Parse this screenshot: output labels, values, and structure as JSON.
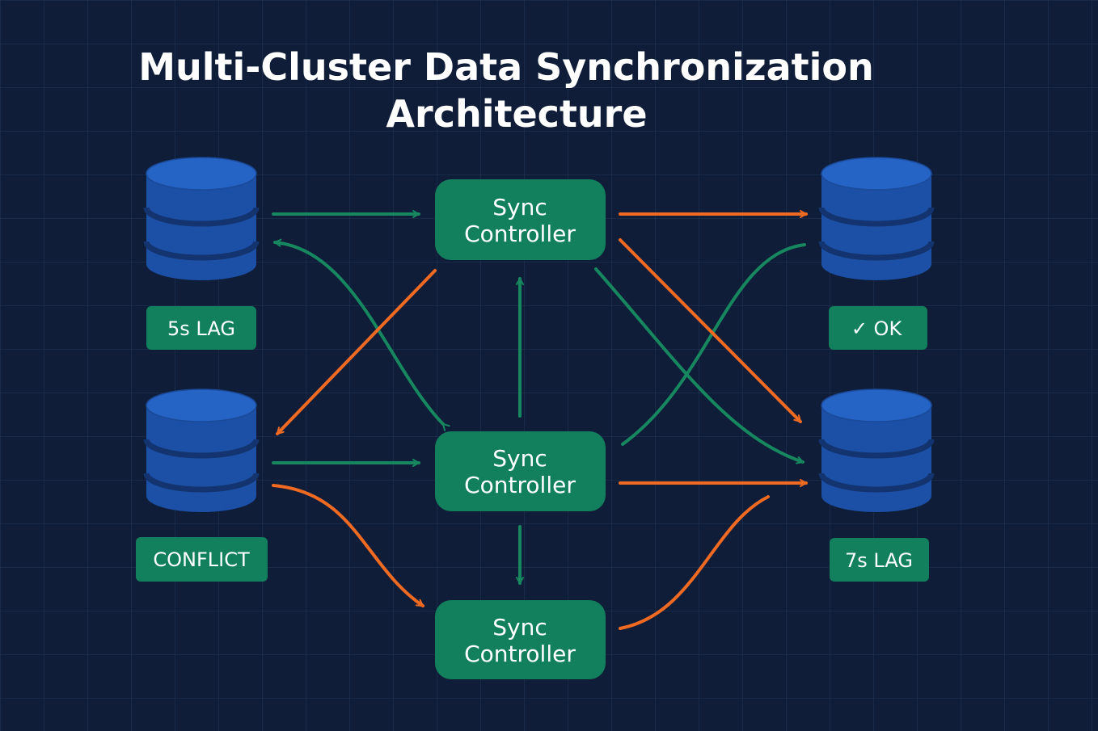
{
  "title": {
    "line1": "Multi-Cluster Data Synchronization",
    "line2": "Architecture"
  },
  "colors": {
    "background": "#0f1d38",
    "database": "#1c4fa6",
    "database_top": "#2563c4",
    "controller": "#12805c",
    "badge": "#12805c",
    "arrow_green": "#17875f",
    "arrow_orange": "#f06a22",
    "text": "#ffffff"
  },
  "controllers": [
    {
      "line1": "Sync",
      "line2": "Controller"
    },
    {
      "line1": "Sync",
      "line2": "Controller"
    },
    {
      "line1": "Sync",
      "line2": "Controller"
    }
  ],
  "databases": {
    "top_left": {
      "icon": "database-icon",
      "badge": "5s LAG"
    },
    "bottom_left": {
      "icon": "database-icon",
      "badge": "CONFLICT"
    },
    "top_right": {
      "icon": "database-icon",
      "badge": "✓ OK"
    },
    "bottom_right": {
      "icon": "database-icon",
      "badge": "7s LAG"
    }
  }
}
